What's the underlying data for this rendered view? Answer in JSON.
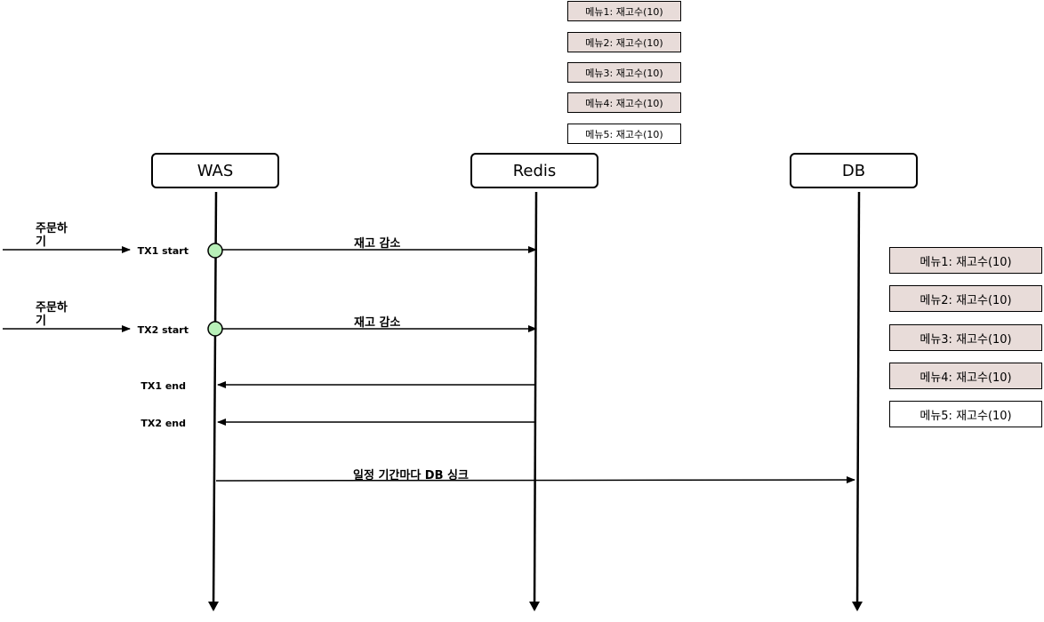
{
  "participants": {
    "was": "WAS",
    "redis": "Redis",
    "db": "DB"
  },
  "redis_stock": [
    {
      "label": "메뉴1: 재고수(10)",
      "highlighted": true
    },
    {
      "label": "메뉴2: 재고수(10)",
      "highlighted": true
    },
    {
      "label": "메뉴3: 재고수(10)",
      "highlighted": true
    },
    {
      "label": "메뉴4: 재고수(10)",
      "highlighted": true
    },
    {
      "label": "메뉴5: 재고수(10)",
      "highlighted": false
    }
  ],
  "db_stock": [
    {
      "label": "메뉴1: 재고수(10)",
      "highlighted": true
    },
    {
      "label": "메뉴2: 재고수(10)",
      "highlighted": true
    },
    {
      "label": "메뉴3: 재고수(10)",
      "highlighted": true
    },
    {
      "label": "메뉴4: 재고수(10)",
      "highlighted": true
    },
    {
      "label": "메뉴5: 재고수(10)",
      "highlighted": false
    }
  ],
  "requests": {
    "order_1": "주문하기",
    "order_2": "주문하기"
  },
  "tx": {
    "tx1_start": "TX1 start",
    "tx2_start": "TX2 start",
    "tx1_end": "TX1 end",
    "tx2_end": "TX2 end"
  },
  "messages": {
    "decrease_1": "재고 감소",
    "decrease_2": "재고 감소",
    "db_sync": "일정 기간마다 DB 싱크"
  },
  "colors": {
    "highlight_fill": "#e8dcd9",
    "normal_fill": "#ffffff",
    "tx_circle_fill": "#b8f0b8",
    "line": "#000000"
  }
}
